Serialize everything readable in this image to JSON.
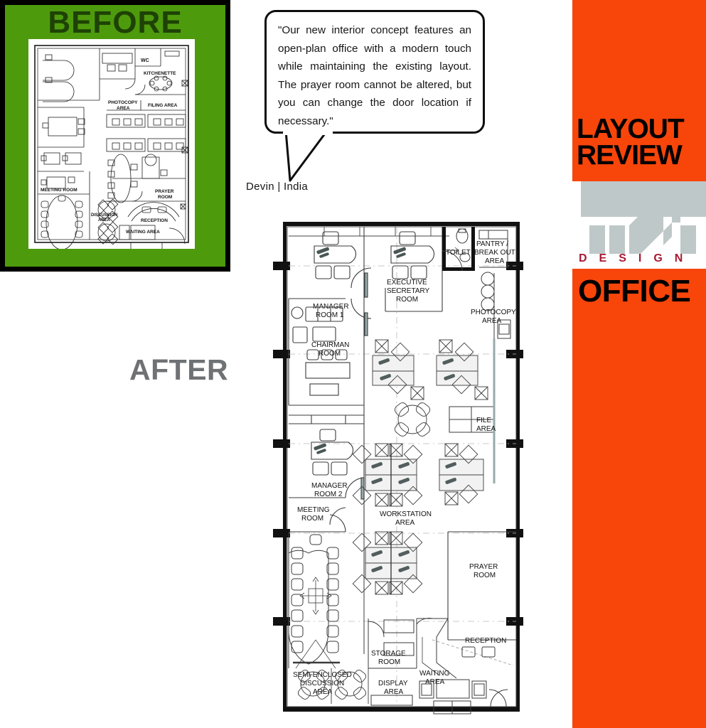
{
  "before": {
    "title": "BEFORE",
    "bg_color": "#4e9a0d",
    "border_color": "#000000",
    "title_color": "#1e4205",
    "room_labels": [
      "WC",
      "KITCHENETTE",
      "FILING AREA",
      "PHOTOCOPY AREA",
      "MEETING ROOM",
      "PRAYER ROOM",
      "DISCUSSION AREA",
      "RECEPTION",
      "WAITING AREA"
    ]
  },
  "after": {
    "label": "AFTER",
    "label_color": "#6f7274",
    "room_labels": [
      "MANAGER ROOM 1",
      "EXECUTIVE SECRETARY ROOM",
      "TOILET",
      "PANTRY / BREAK OUT AREA",
      "PHOTOCOPY AREA",
      "CHAIRMAN ROOM",
      "FILE AREA",
      "MANAGER ROOM 2",
      "MEETING ROOM",
      "WORKSTATION AREA",
      "PRAYER ROOM",
      "SEMI-ENCLOSED DISCUSSION AREA",
      "STORAGE ROOM",
      "WAITING AREA",
      "RECEPTION",
      "DISPLAY AREA"
    ]
  },
  "comment": {
    "text": "\"Our new interior concept features an open-plan office with a modern touch while maintaining the existing layout. The prayer room cannot be altered, but you can change the door location if necessary.\"",
    "attribution": "Devin  |  India"
  },
  "brand": {
    "title_line1": "LAYOUT",
    "title_line2": "REVIEW",
    "design_word": "DESIGN",
    "office_word": "OFFICE",
    "panel_color": "#f8450a",
    "logo_color": "#bfc8c8",
    "design_color": "#a81a32"
  }
}
